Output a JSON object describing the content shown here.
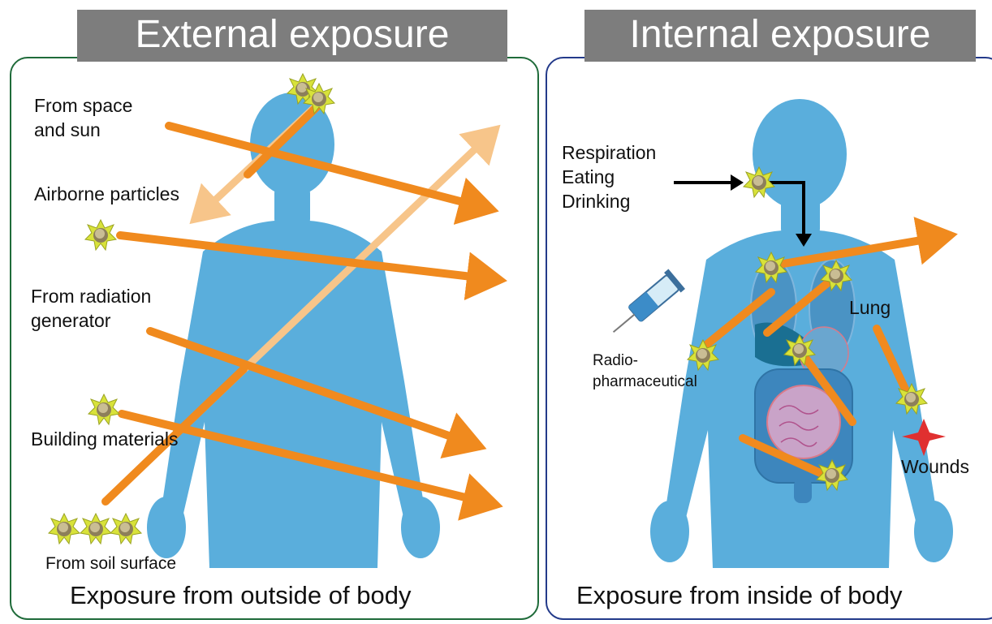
{
  "external": {
    "title": "External exposure",
    "caption": "Exposure from outside of body",
    "sources": [
      {
        "line1": "From space",
        "line2": "and sun"
      },
      {
        "line1": "Airborne particles",
        "line2": ""
      },
      {
        "line1": "From radiation",
        "line2": "generator"
      },
      {
        "line1": "Building materials",
        "line2": ""
      },
      {
        "line1": "From soil surface",
        "line2": ""
      }
    ]
  },
  "internal": {
    "title": "Internal exposure",
    "caption": "Exposure from inside of body",
    "intake": [
      "Respiration",
      "Eating",
      "Drinking"
    ],
    "radiopharma": {
      "line1": "Radio-",
      "line2": "pharmaceutical"
    },
    "lung": "Lung",
    "wounds": "Wounds"
  },
  "colors": {
    "body": "#5aaedc",
    "ray": "#f08a1e",
    "ray_faint": "#f7c58a",
    "source": "#d8e23a",
    "left_border": "#1f6b3a",
    "right_border": "#233a8a",
    "title_bg": "#7d7d7d",
    "wound": "#e03030"
  }
}
